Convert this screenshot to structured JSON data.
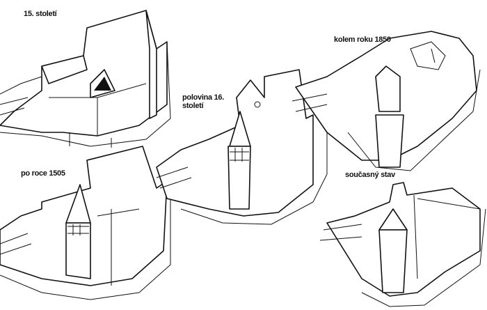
{
  "figure": {
    "panels": [
      {
        "label": "15. století"
      },
      {
        "label": "po roce 1505"
      },
      {
        "label": "polovina 16. století"
      },
      {
        "label": "kolem roku 1850"
      },
      {
        "label": "současný stav"
      }
    ]
  }
}
